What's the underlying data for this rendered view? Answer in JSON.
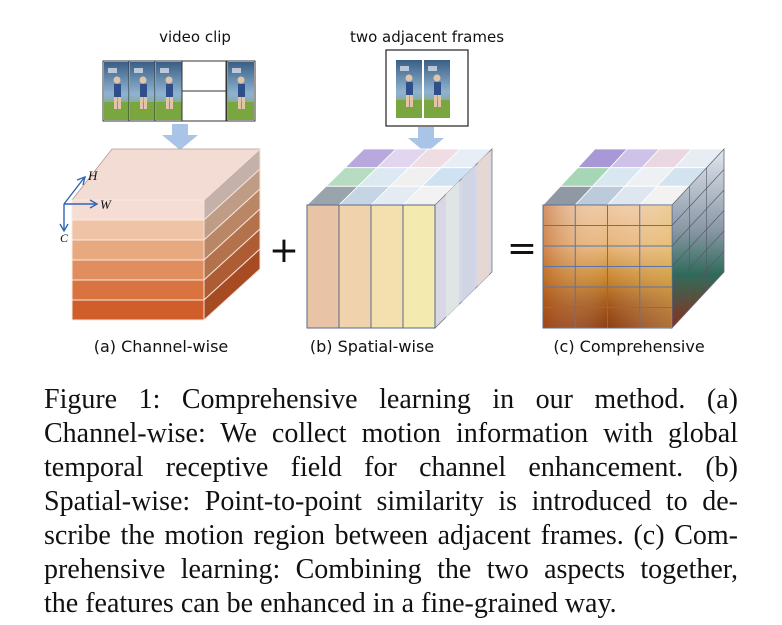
{
  "diagram": {
    "labels": {
      "video_clip": "video clip",
      "two_adjacent_frames": "two adjacent frames",
      "axis_h": "H",
      "axis_w": "W",
      "axis_c": "C",
      "plus": "+",
      "equals": "=",
      "panel_a": "(a) Channel-wise",
      "panel_b": "(b) Spatial-wise",
      "panel_c": "(c) Comprehensive"
    },
    "colors": {
      "arrow": "#a9c4e6",
      "channel_layers": [
        "#f5ddd3",
        "#eec3a6",
        "#e7a980",
        "#e08e5e",
        "#d97340",
        "#cf5e2a"
      ],
      "spatial_columns": [
        "#e8c3a6",
        "#f0d3ad",
        "#f3e0ae",
        "#f3eab0"
      ],
      "spatial_top": [
        "#b8a8dd",
        "#e2d5ef",
        "#f0dde3",
        "#e8eef5",
        "#b6dcc2",
        "#dde9f2",
        "#f0f0f0",
        "#cfe2f3",
        "#9aa4ad",
        "#c5d5e4",
        "#e4ebf2",
        "#f2f2f2"
      ],
      "comprehensive_top": [
        "#a898d6",
        "#cfc2e8",
        "#ead7e1",
        "#e7edf3",
        "#a6d6b5",
        "#d9e7f1",
        "#eef1f4",
        "#d3e3f0",
        "#8f99a4",
        "#bccbdb",
        "#dee7ef",
        "#f2f2f2"
      ]
    }
  },
  "caption": {
    "lines": [
      "Figure 1: Comprehensive learning in our method. (a)",
      "Channel-wise: We collect motion information with global",
      "temporal receptive field for channel enhancement. (b)",
      "Spatial-wise: Point-to-point similarity is introduced to de-",
      "scribe the motion region between adjacent frames. (c) Com-",
      "prehensive learning: Combining the two aspects together,",
      "the features can be enhanced in a fine-grained way."
    ]
  }
}
